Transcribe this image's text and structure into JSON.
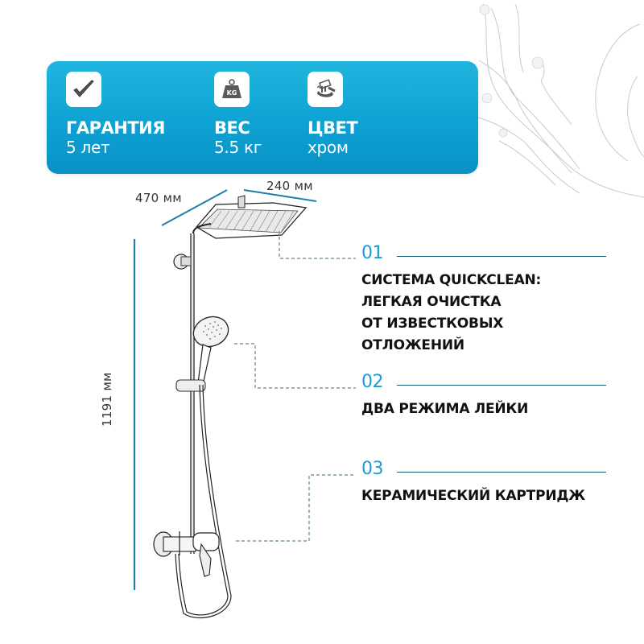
{
  "specs": [
    {
      "icon": "checkmark-icon",
      "label": "ГАРАНТИЯ",
      "value": "5 лет"
    },
    {
      "icon": "weight-kg-icon",
      "label": "ВЕС",
      "value": "5.5 кг",
      "icon_text": "KG"
    },
    {
      "icon": "paint-roller-icon",
      "label": "ЦВЕТ",
      "value": "хром"
    }
  ],
  "dimensions": {
    "depth": "470 мм",
    "width": "240 мм",
    "height": "1191 мм"
  },
  "features": [
    {
      "num": "01",
      "title": [
        "СИСТЕМА QUICKCLEAN:",
        "ЛЕГКАЯ ОЧИСТКА",
        "ОТ ИЗВЕСТКОВЫХ",
        "ОТЛОЖЕНИЙ"
      ]
    },
    {
      "num": "02",
      "title": [
        "ДВА РЕЖИМА ЛЕЙКИ"
      ]
    },
    {
      "num": "03",
      "title": [
        "КЕРАМИЧЕСКИЙ КАРТРИДЖ"
      ]
    }
  ],
  "colors": {
    "card_top": "#20b5de",
    "card_bottom": "#0a91c6",
    "accent": "#1a9ed1",
    "dimension_line": "#1d7fa8",
    "icon_gray": "#555555"
  }
}
